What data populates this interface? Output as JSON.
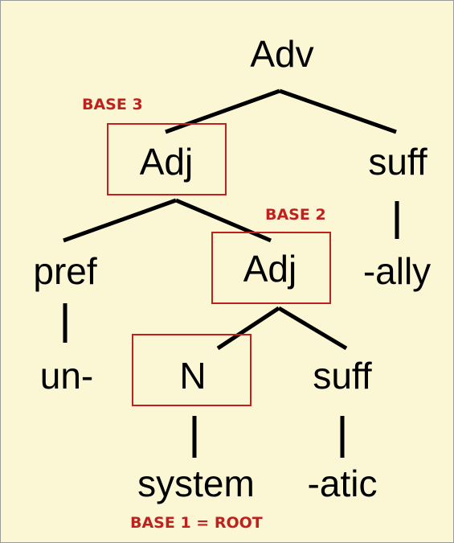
{
  "colors": {
    "background": "#fbf6d3",
    "highlight": "#c0201e",
    "ink": "#000000"
  },
  "tree": {
    "root": "Adv",
    "adj_outer": "Adj",
    "suff_outer": "suff",
    "pref": "pref",
    "adj_inner": "Adj",
    "ally": "-ally",
    "un": "un-",
    "n": "N",
    "suff_inner": "suff",
    "system": "system",
    "atic": "-atic"
  },
  "bases": {
    "base3": "BASE 3",
    "base2": "BASE 2",
    "base1": "BASE 1 = ROOT"
  }
}
